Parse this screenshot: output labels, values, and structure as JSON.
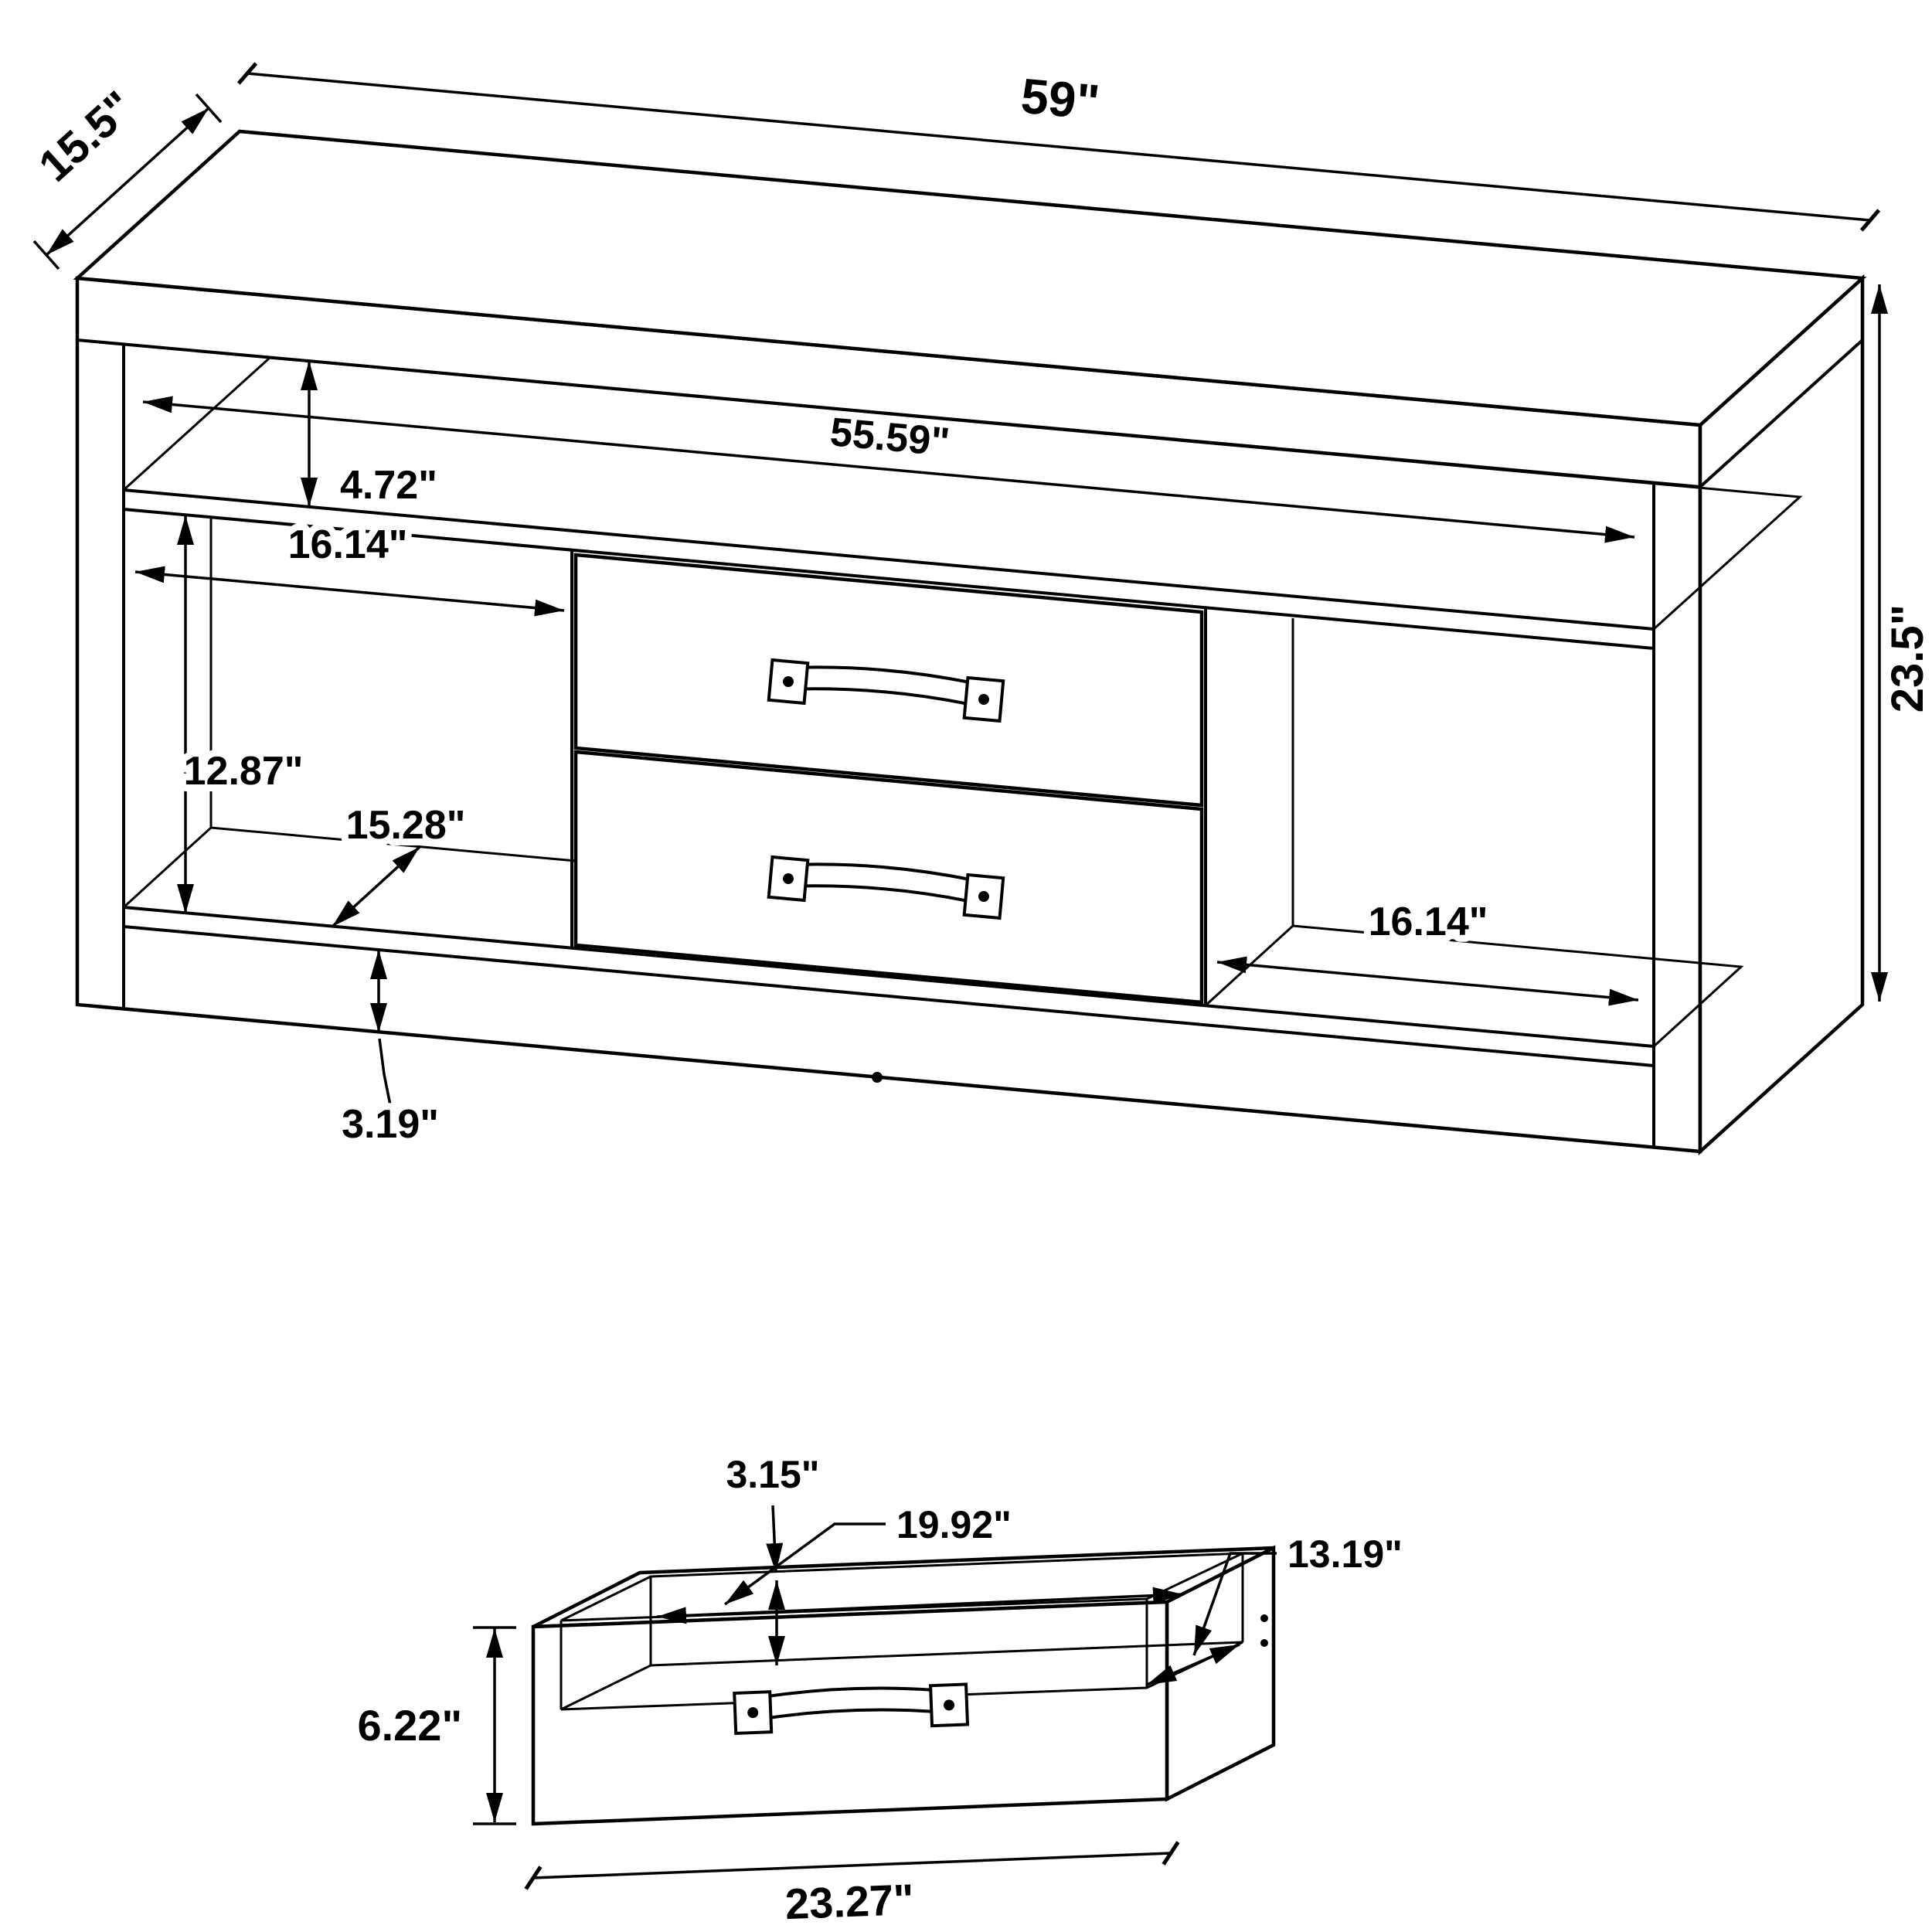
{
  "diagram": {
    "title": "TV console dimension drawing",
    "colors": {
      "line": "#000000",
      "background": "#ffffff"
    },
    "stand": {
      "labels": {
        "depth": "15.5\"",
        "width": "59\"",
        "interior_width": "55.59\"",
        "top_shelf_height": "4.72\"",
        "left_opening_width": "16.14\"",
        "left_opening_height": "12.87\"",
        "shelf_depth": "15.28\"",
        "base_height": "3.19\"",
        "right_opening_width": "16.14\"",
        "height": "23.5\""
      }
    },
    "drawer": {
      "labels": {
        "interior_height": "3.15\"",
        "interior_width": "19.92\"",
        "interior_depth": "13.19\"",
        "height": "6.22\"",
        "width": "23.27\""
      }
    }
  }
}
